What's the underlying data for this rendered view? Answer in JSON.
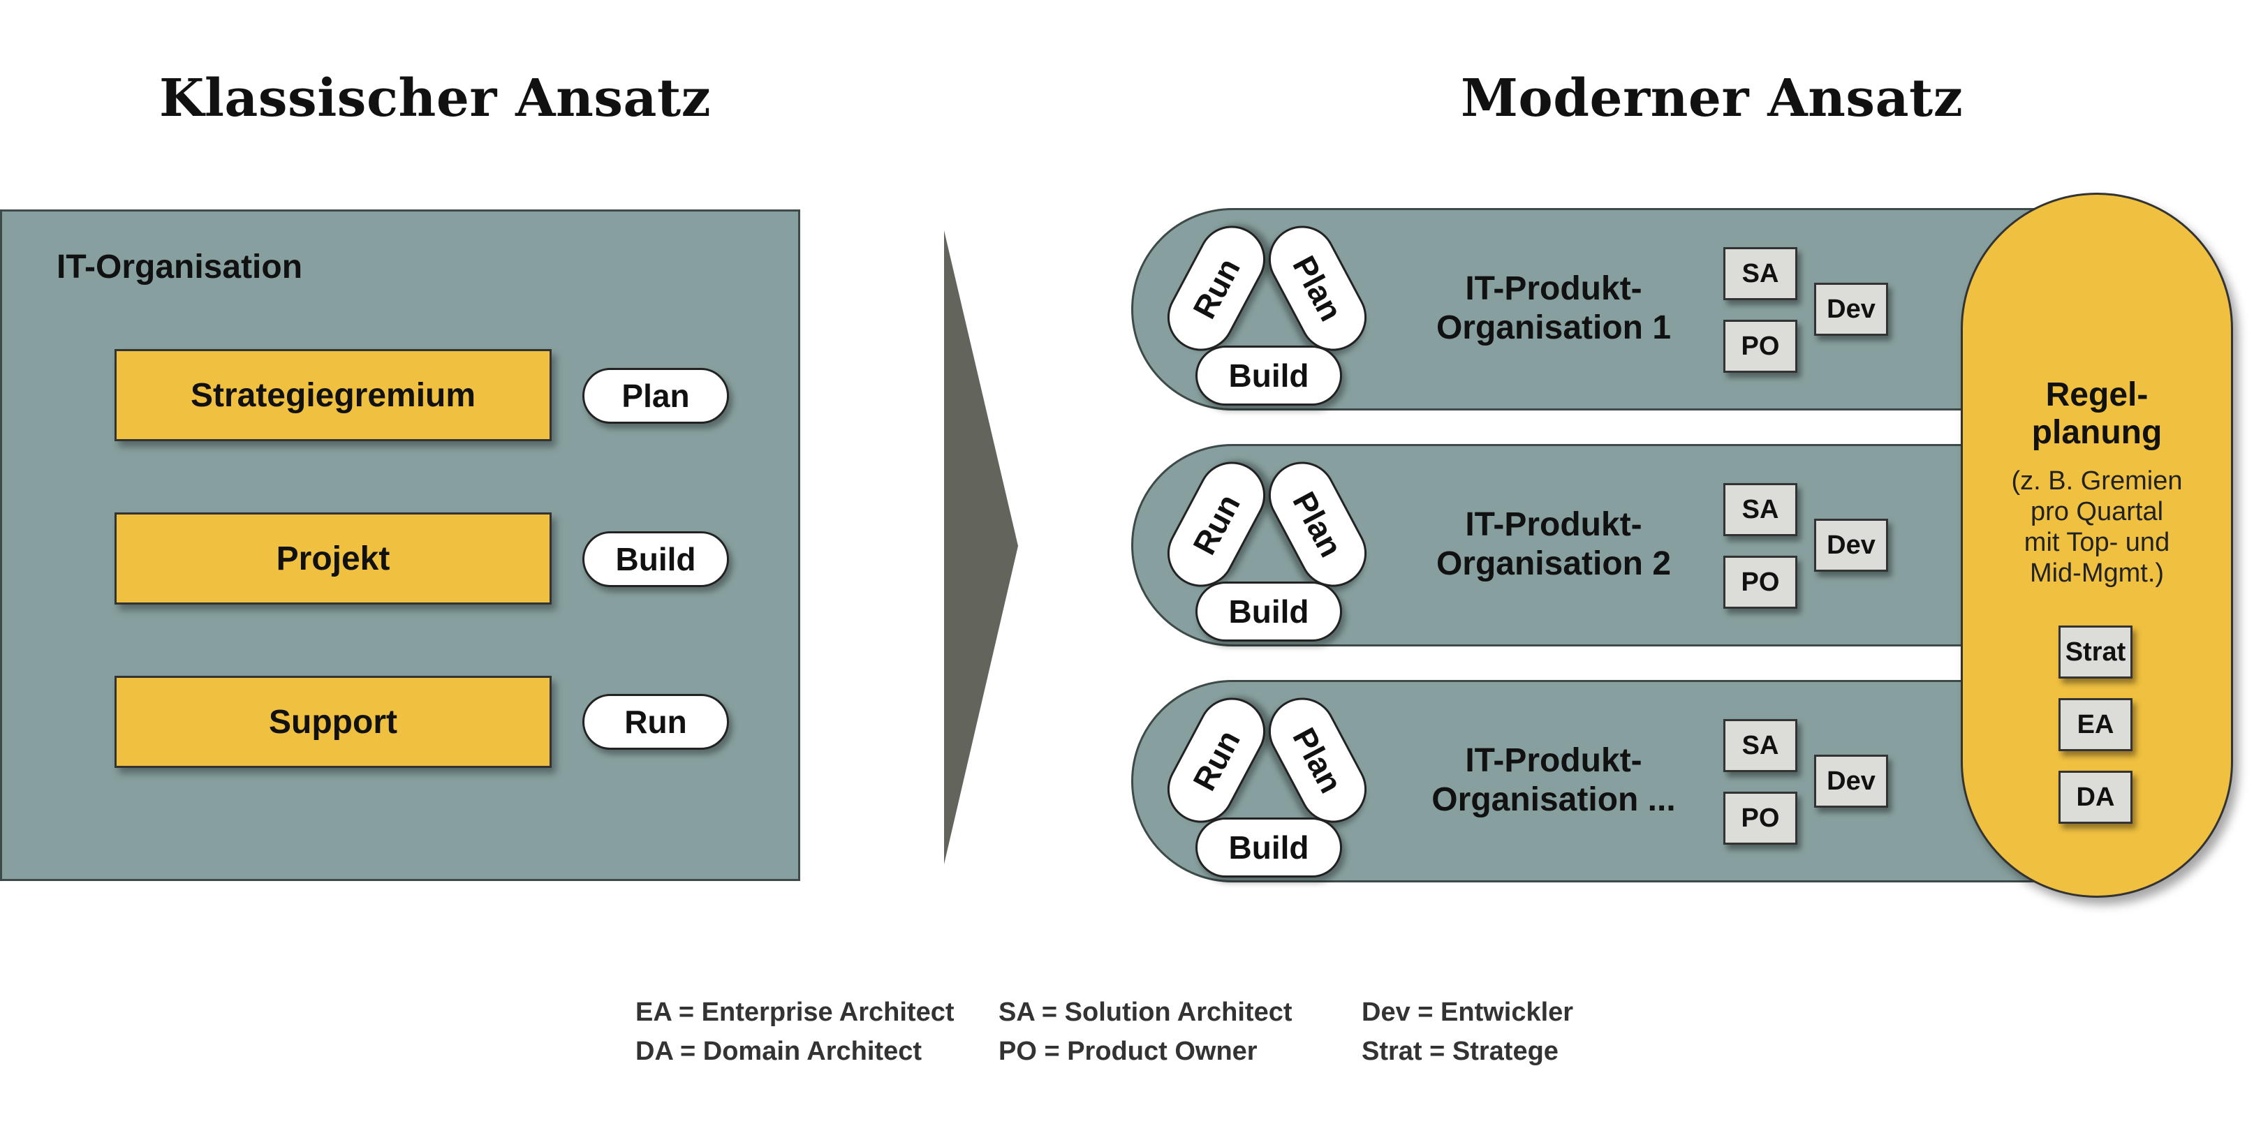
{
  "left": {
    "title": "Klassischer Ansatz",
    "org_label": "IT-Organisation",
    "rows": [
      {
        "box": "Strategiegremium",
        "pill": "Plan"
      },
      {
        "box": "Projekt",
        "pill": "Build"
      },
      {
        "box": "Support",
        "pill": "Run"
      }
    ]
  },
  "right": {
    "title": "Moderner Ansatz",
    "products": [
      {
        "line1": "IT-Produkt-",
        "line2": "Organisation 1"
      },
      {
        "line1": "IT-Produkt-",
        "line2": "Organisation 2"
      },
      {
        "line1": "IT-Produkt-",
        "line2": "Organisation ..."
      }
    ],
    "cycle": {
      "run": "Run",
      "plan": "Plan",
      "build": "Build"
    },
    "roles": {
      "sa": "SA",
      "po": "PO",
      "dev": "Dev"
    },
    "regel": {
      "line1": "Regel-",
      "line2": "planung",
      "note": [
        "(z. B. Gremien",
        "pro Quartal",
        "mit Top- und",
        "Mid-Mgmt.)"
      ],
      "roles": [
        "Strat",
        "EA",
        "DA"
      ]
    }
  },
  "legend": [
    [
      "EA = Enterprise Architect",
      "DA = Domain Architect"
    ],
    [
      "SA = Solution Architect",
      "PO = Product Owner"
    ],
    [
      "Dev = Entwickler",
      "Strat = Stratege"
    ]
  ],
  "colors": {
    "panel": "#87a09f",
    "yellow": "#f0c040",
    "arrow": "#63645c",
    "role": "#dcdcd8"
  }
}
